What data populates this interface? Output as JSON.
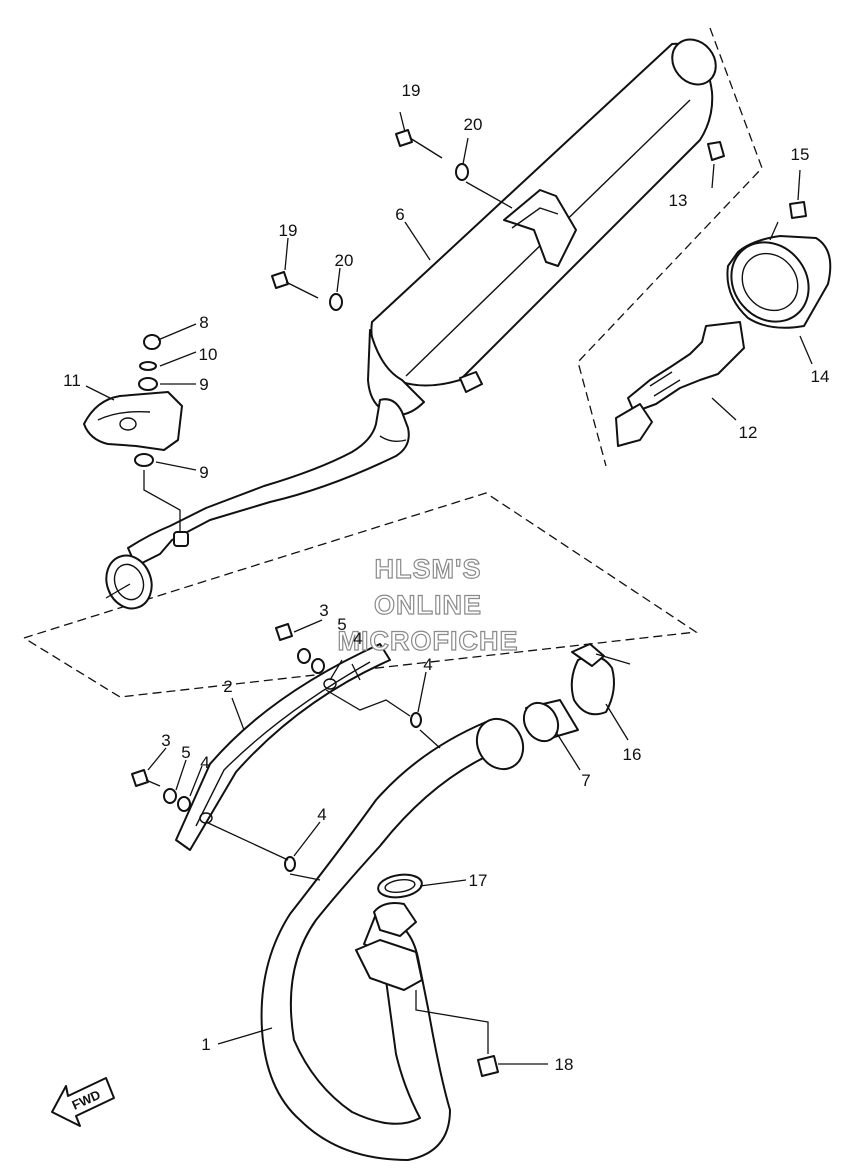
{
  "watermark": {
    "line1": "HLSM'S",
    "line2": "ONLINE",
    "line3": "MICROFICHE"
  },
  "direction_label": "FWD",
  "callouts": {
    "c1": "1",
    "c2": "2",
    "c3a": "3",
    "c3b": "3",
    "c4a": "4",
    "c4b": "4",
    "c4c": "4",
    "c4d": "4",
    "c5a": "5",
    "c5b": "5",
    "c6": "6",
    "c7": "7",
    "c8": "8",
    "c9a": "9",
    "c9b": "9",
    "c10": "10",
    "c11": "11",
    "c12": "12",
    "c13": "13",
    "c14": "14",
    "c15": "15",
    "c16": "16",
    "c17": "17",
    "c18": "18",
    "c19a": "19",
    "c19b": "19",
    "c20a": "20",
    "c20b": "20"
  }
}
